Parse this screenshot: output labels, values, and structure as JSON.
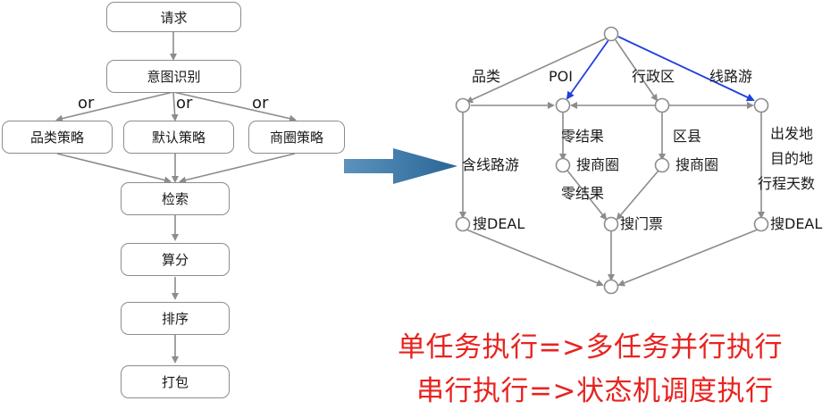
{
  "flowchart": {
    "request": "请求",
    "intent": "意图识别",
    "or_labels": [
      "or",
      "or",
      "or"
    ],
    "strategies": [
      "品类策略",
      "默认策略",
      "商圈策略"
    ],
    "search": "检索",
    "score": "算分",
    "sort": "排序",
    "pack": "打包"
  },
  "state_graph": {
    "branches": [
      "品类",
      "POI",
      "行政区",
      "线路游"
    ],
    "path_category": "含线路游",
    "search_deal_left": "搜DEAL",
    "zero_result_1": "零结果",
    "search_biz_1": "搜商圈",
    "zero_result_2": "零结果",
    "district": "区县",
    "search_biz_2": "搜商圈",
    "search_ticket": "搜门票",
    "route_conditions": [
      "出发地",
      "目的地",
      "行程天数"
    ],
    "search_deal_right": "搜DEAL"
  },
  "summary": {
    "line1": "单任务执行=>多任务并行执行",
    "line2": "串行执行=>状态机调度执行"
  },
  "colors": {
    "line": "#8c8c8c",
    "highlight": "#1f3fe0",
    "arrow": "#2e6fa0",
    "summary_text": "#e8231f"
  }
}
